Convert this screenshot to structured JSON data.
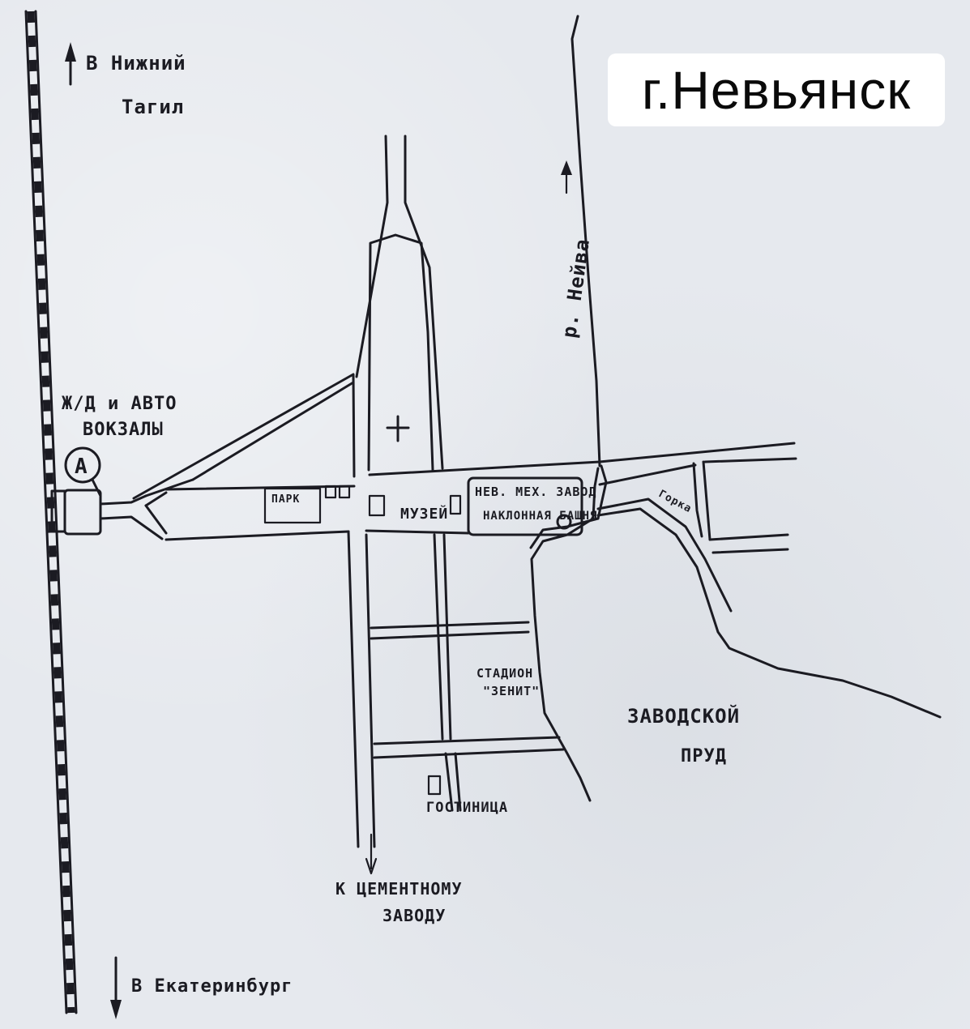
{
  "title": "г.Невьянск",
  "labels": {
    "to_nizhny_line1": "В Нижний",
    "to_nizhny_line2": "Тагил",
    "station_line1": "Ж/Д и АВТО",
    "station_line2": "ВОКЗАЛЫ",
    "station_marker": "A",
    "park": "ПАРК",
    "museum": "МУЗЕЙ",
    "plant_line1": "НЕВ. МЕХ. ЗАВОД",
    "plant_line2": "НАКЛОННАЯ БАШНЯ",
    "river": "р. Нейва",
    "gorka": "Горка",
    "stadium_line1": "СТАДИОН",
    "stadium_line2": "\"ЗЕНИТ\"",
    "pond_line1": "ЗАВОДСКОЙ",
    "pond_line2": "ПРУД",
    "hotel": "ГОСТИНИЦА",
    "cement_line1": "К ЦЕМЕНТНОМУ",
    "cement_line2": "ЗАВОДУ",
    "to_ekb": "В Екатеринбург"
  },
  "icons": {
    "church": "cross-icon",
    "tower": "circle-marker-icon"
  },
  "colors": {
    "ink": "#1b1b22",
    "paper": "#e6e9ee",
    "title_bg": "#ffffff"
  }
}
